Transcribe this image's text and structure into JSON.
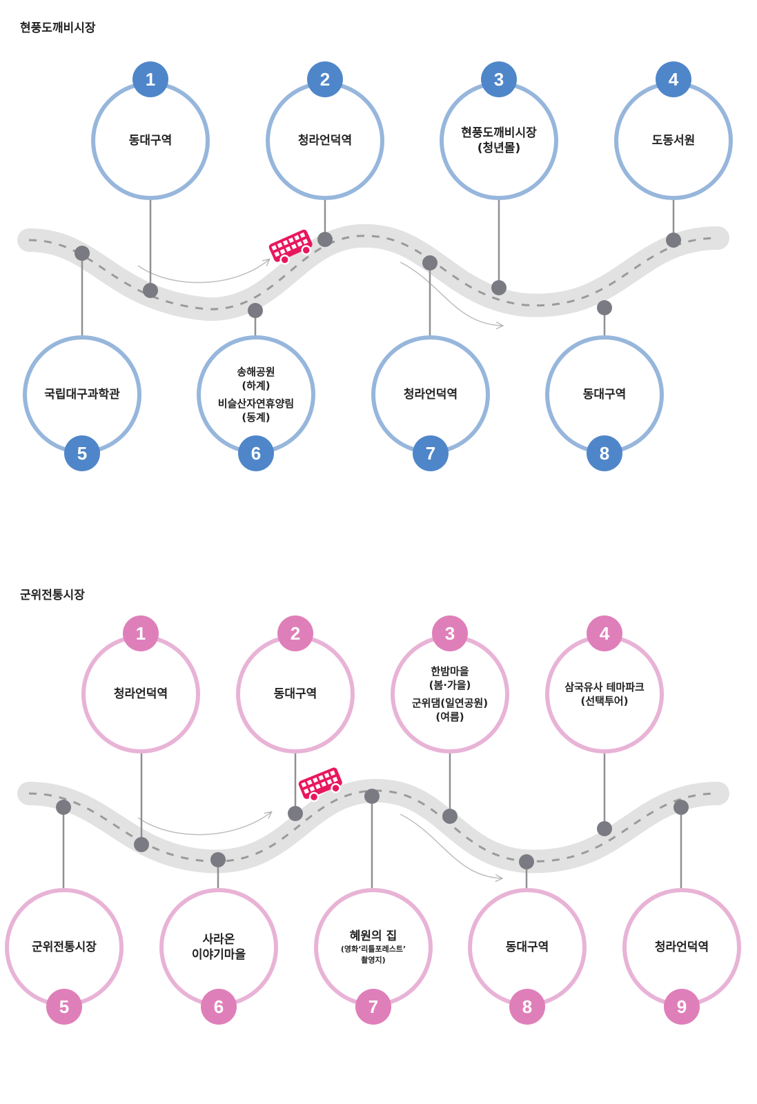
{
  "colors": {
    "section1_ring": "#97b6dc",
    "section1_badge": "#4f86c9",
    "section2_ring": "#e8b3d6",
    "section2_badge": "#df7fb9",
    "road": "#e2e2e2",
    "road_dash": "#9a9a9a",
    "connector": "#8f8f95",
    "node": "#7a7a82",
    "bus": "#e8175d"
  },
  "sections": [
    {
      "title": "현풍도깨비시장",
      "icon": "bus-icon",
      "stops": [
        {
          "number": "1",
          "lines": [
            "동대구역"
          ]
        },
        {
          "number": "2",
          "lines": [
            "청라언덕역"
          ]
        },
        {
          "number": "3",
          "lines": [
            "현풍도깨비시장\n(청년몰)"
          ]
        },
        {
          "number": "4",
          "lines": [
            "도동서원"
          ]
        },
        {
          "number": "5",
          "lines": [
            "국립대구과학관"
          ]
        },
        {
          "number": "6",
          "lines": [
            "송해공원\n(하계)",
            "비슬산자연휴양림\n(동계)"
          ]
        },
        {
          "number": "7",
          "lines": [
            "청라언덕역"
          ]
        },
        {
          "number": "8",
          "lines": [
            "동대구역"
          ]
        }
      ]
    },
    {
      "title": "군위전통시장",
      "icon": "bus-icon",
      "stops": [
        {
          "number": "1",
          "lines": [
            "청라언덕역"
          ]
        },
        {
          "number": "2",
          "lines": [
            "동대구역"
          ]
        },
        {
          "number": "3",
          "lines": [
            "한밤마을\n(봄·가을)",
            "군위댐(일연공원)\n(여름)"
          ]
        },
        {
          "number": "4",
          "lines": [
            "삼국유사 테마파크\n(선택투어)"
          ]
        },
        {
          "number": "5",
          "lines": [
            "군위전통시장"
          ]
        },
        {
          "number": "6",
          "lines": [
            "사라온\n이야기마을"
          ]
        },
        {
          "number": "7",
          "lines": [
            "혜원의 집"
          ],
          "small": "(영화‘리틀포레스트’\n촬영지)"
        },
        {
          "number": "8",
          "lines": [
            "동대구역"
          ]
        },
        {
          "number": "9",
          "lines": [
            "청라언덕역"
          ]
        }
      ]
    }
  ]
}
